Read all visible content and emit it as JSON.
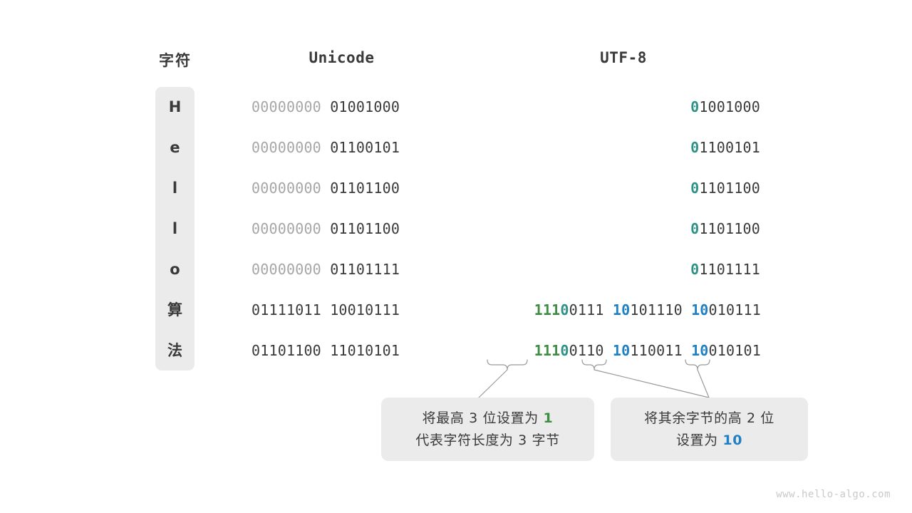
{
  "headers": {
    "char": "字符",
    "unicode": "Unicode",
    "utf8": "UTF-8"
  },
  "rows": [
    {
      "char": "H",
      "unicode_high": "00000000",
      "unicode_low": "01001000",
      "utf8_bytes": [
        {
          "prefix": "0",
          "prefix_color": "teal",
          "rest": "1001000"
        }
      ]
    },
    {
      "char": "e",
      "unicode_high": "00000000",
      "unicode_low": "01100101",
      "utf8_bytes": [
        {
          "prefix": "0",
          "prefix_color": "teal",
          "rest": "1100101"
        }
      ]
    },
    {
      "char": "l",
      "unicode_high": "00000000",
      "unicode_low": "01101100",
      "utf8_bytes": [
        {
          "prefix": "0",
          "prefix_color": "teal",
          "rest": "1101100"
        }
      ]
    },
    {
      "char": "l",
      "unicode_high": "00000000",
      "unicode_low": "01101100",
      "utf8_bytes": [
        {
          "prefix": "0",
          "prefix_color": "teal",
          "rest": "1101100"
        }
      ]
    },
    {
      "char": "o",
      "unicode_high": "00000000",
      "unicode_low": "01101111",
      "utf8_bytes": [
        {
          "prefix": "0",
          "prefix_color": "teal",
          "rest": "1101111"
        }
      ]
    },
    {
      "char": "算",
      "unicode_high": "01111011",
      "unicode_low": "10010111",
      "utf8_bytes": [
        {
          "prefix": "111",
          "prefix_color": "green",
          "prefix2": "0",
          "prefix2_color": "teal",
          "rest": "0111"
        },
        {
          "prefix": "10",
          "prefix_color": "blue",
          "rest": "101110"
        },
        {
          "prefix": "10",
          "prefix_color": "blue",
          "rest": "010111"
        }
      ]
    },
    {
      "char": "法",
      "unicode_high": "01101100",
      "unicode_low": "11010101",
      "utf8_bytes": [
        {
          "prefix": "111",
          "prefix_color": "green",
          "prefix2": "0",
          "prefix2_color": "teal",
          "rest": "0110"
        },
        {
          "prefix": "10",
          "prefix_color": "blue",
          "rest": "110011"
        },
        {
          "prefix": "10",
          "prefix_color": "blue",
          "rest": "010101"
        }
      ]
    }
  ],
  "callouts": [
    {
      "line1_pre": "将最高 3 位设置为 ",
      "line1_kw": "1",
      "line1_kw_color": "green",
      "line2": "代表字符长度为 3 字节"
    },
    {
      "line1": "将其余字节的高 2 位",
      "line2_pre": "设置为 ",
      "line2_kw": "10",
      "line2_kw_color": "blue"
    }
  ],
  "watermark": "www.hello-algo.com",
  "colors": {
    "teal": "#2f9287",
    "green": "#3f8c43",
    "blue": "#1f80c3",
    "text": "#3a3a3a",
    "dim": "#a6a6a6",
    "pill_bg": "#ebebeb",
    "connector": "#9a9a9a"
  }
}
